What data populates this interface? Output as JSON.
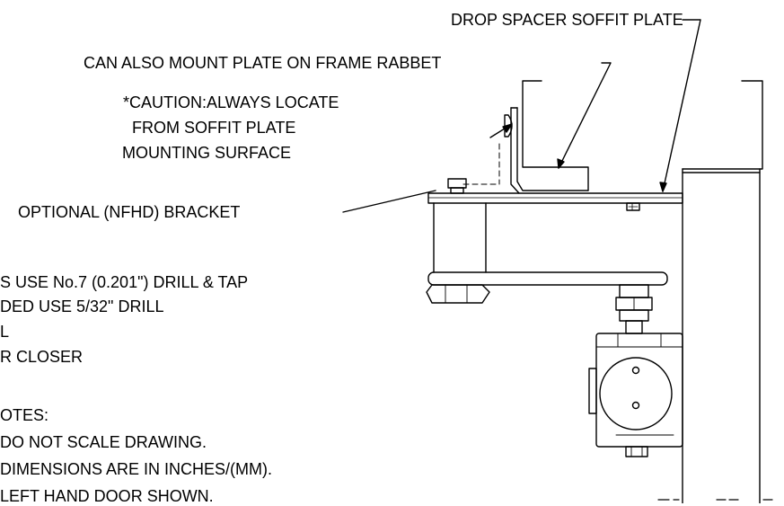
{
  "callouts": {
    "drop_spacer": "DROP SPACER SOFFIT PLATE",
    "frame_rabbet": "CAN ALSO MOUNT PLATE ON FRAME RABBET",
    "caution_prefix": "*CAUTION:",
    "caution_line1": "ALWAYS LOCATE",
    "caution_line2": "FROM SOFFIT PLATE",
    "caution_line3": "MOUNTING SURFACE",
    "bracket": "OPTIONAL (NFHD) BRACKET"
  },
  "instructions": [
    "S USE No.7 (0.201\") DRILL & TAP",
    "DED USE 5/32\" DRILL",
    "L",
    "R CLOSER"
  ],
  "notes": {
    "heading": "OTES:",
    "items": [
      "DO NOT SCALE DRAWING.",
      "DIMENSIONS ARE IN INCHES/(MM).",
      "LEFT HAND DOOR SHOWN."
    ]
  }
}
